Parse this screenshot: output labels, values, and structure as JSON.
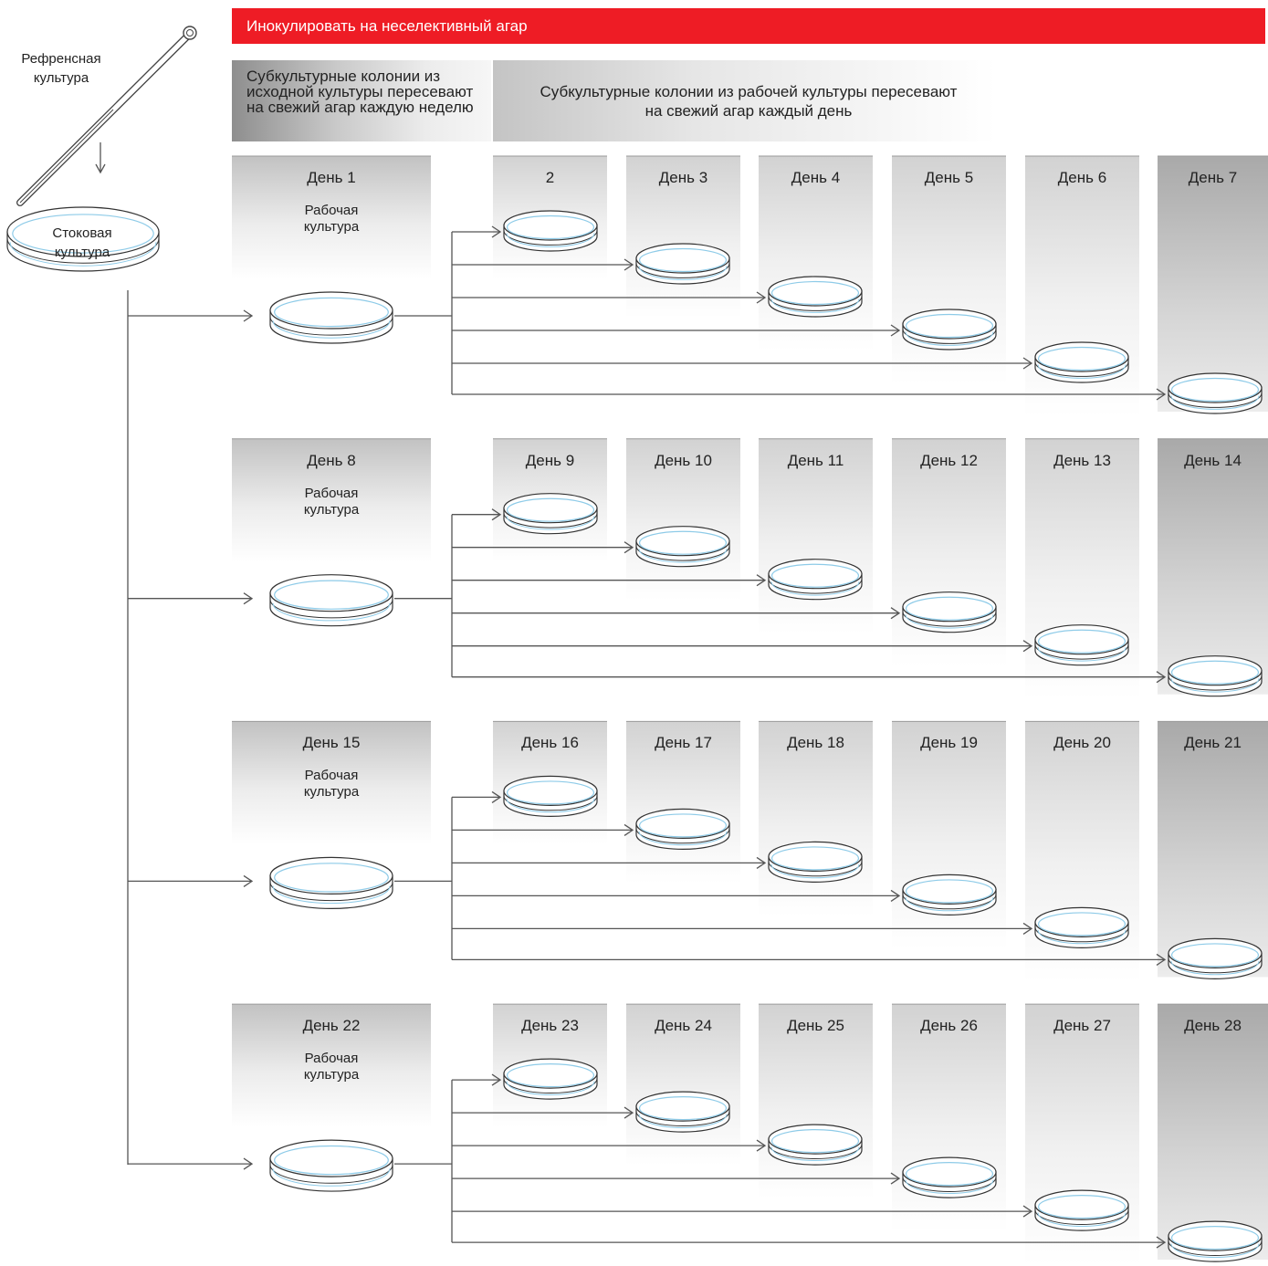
{
  "banner": "Инокулировать на неселективный агар",
  "header_left": "Субкультурные колонии из исходной культуры пересевают на свежий агар каждую неделю",
  "header_right": "Субкультурные колонии из рабочей культуры пересевают на свежий агар каждый день",
  "reference_label": "Рефренсная культура",
  "stock_label": "Стоковая культура",
  "colors": {
    "banner": "#ee1c25",
    "dish_accent": "#8ecbe8",
    "line": "#555555"
  },
  "icons": [
    "inoculation-loop-icon",
    "petri-dish-icon",
    "arrow-right-icon",
    "arrow-down-icon"
  ],
  "weeks": [
    {
      "working_label": "Рабочая культура",
      "days": [
        "День 1",
        "2",
        "День 3",
        "День 4",
        "День 5",
        "День 6",
        "День 7"
      ]
    },
    {
      "working_label": "Рабочая культура",
      "days": [
        "День 8",
        "День 9",
        "День 10",
        "День 11",
        "День 12",
        "День 13",
        "День 14"
      ]
    },
    {
      "working_label": "Рабочая культура",
      "days": [
        "День 15",
        "День 16",
        "День 17",
        "День 18",
        "День 19",
        "День 20",
        "День 21"
      ]
    },
    {
      "working_label": "Рабочая культура",
      "days": [
        "День 22",
        "День 23",
        "День 24",
        "День 25",
        "День 26",
        "День 27",
        "День 28"
      ]
    }
  ]
}
